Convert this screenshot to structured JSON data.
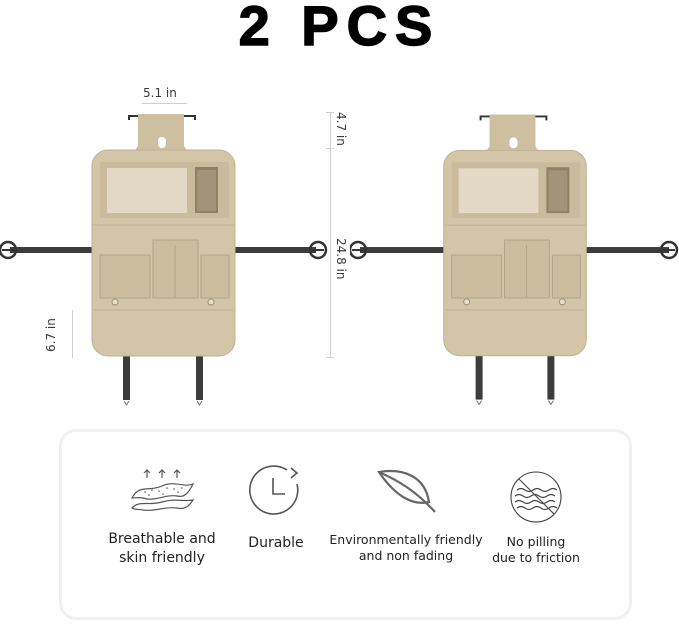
{
  "title": "2 PCS",
  "dimensions": {
    "width_top": "5.1 in",
    "hook_height": "4.7 in",
    "total_height": "24.8 in",
    "bottom_pocket_height": "6.7 in"
  },
  "product": {
    "name": "car-seat-back-organizer",
    "count": 2,
    "color": "#d2c5a8",
    "strap_color": "#3c3c3c"
  },
  "features": [
    {
      "icon": "breathable-layers-icon",
      "label_line1": "Breathable and",
      "label_line2": "skin friendly"
    },
    {
      "icon": "clock-refresh-icon",
      "label_line1": "Durable",
      "label_line2": ""
    },
    {
      "icon": "leaf-icon",
      "label_line1": "Environmentally friendly",
      "label_line2": "and non fading"
    },
    {
      "icon": "no-pilling-icon",
      "label_line1": "No pilling",
      "label_line2": "due to friction"
    }
  ]
}
